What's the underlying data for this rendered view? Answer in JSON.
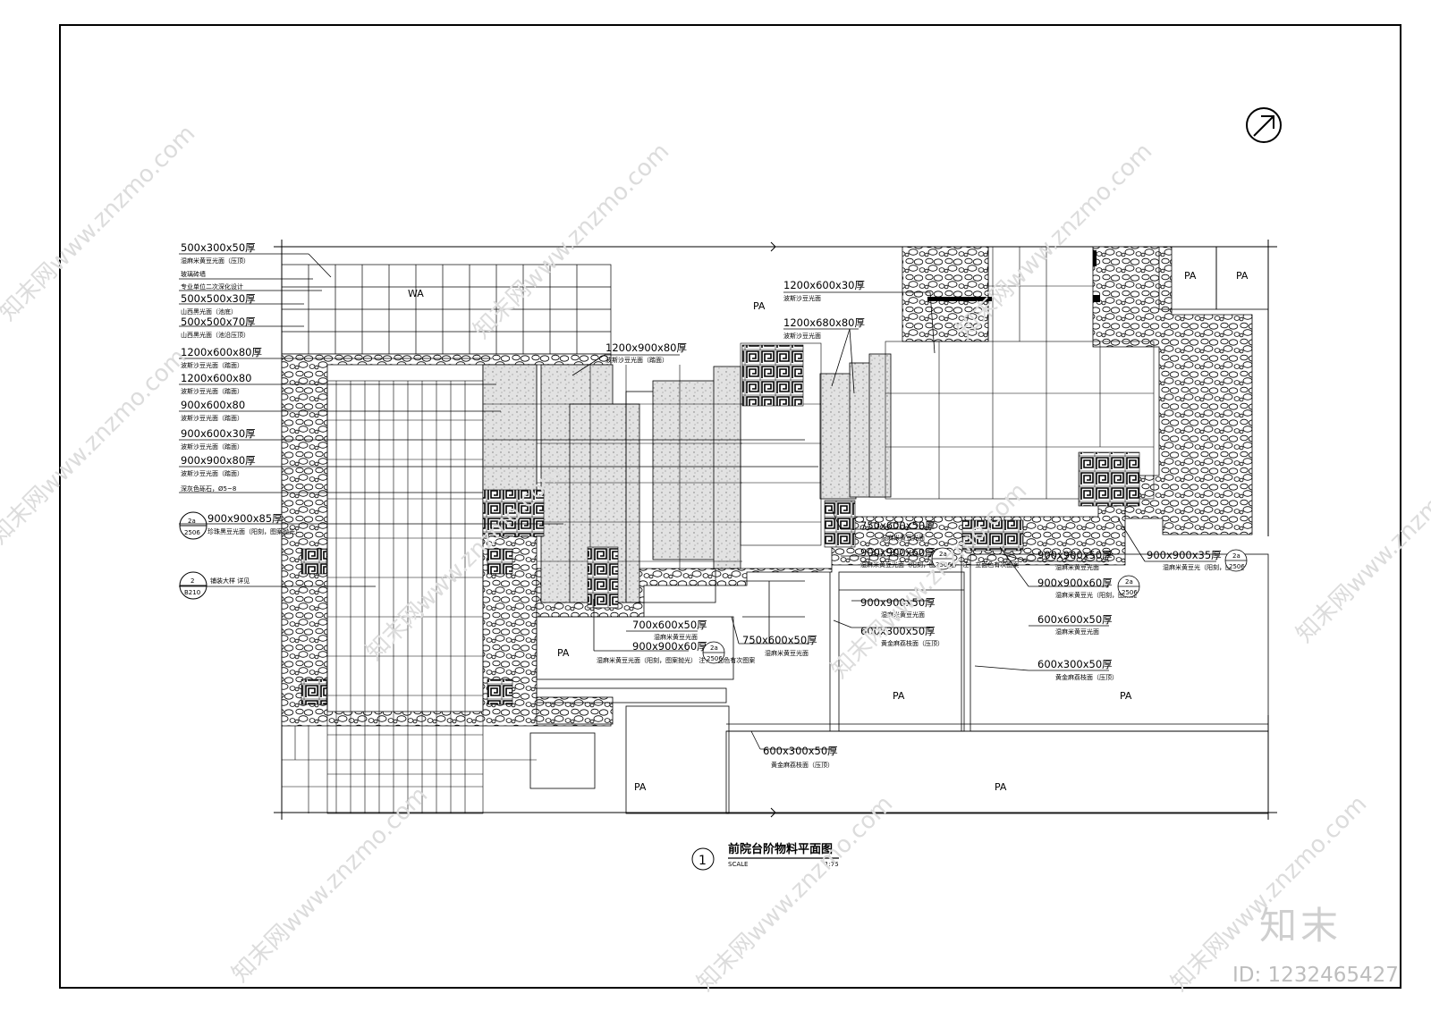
{
  "drawing": {
    "title_number": "1",
    "title": "前院台阶物料平面图",
    "scale_label": "SCALE",
    "scale_value": "1:75",
    "north_symbol": "north-arrow"
  },
  "left_labels": [
    {
      "main": "500x300x50厚",
      "sub": "湿麻米黄豆光面（压顶）"
    },
    {
      "main": "",
      "sub": "玻璃砖墙"
    },
    {
      "main": "",
      "sub": "专业单位二次深化设计"
    },
    {
      "main": "500x500x30厚",
      "sub": "山西黑光面（池底）"
    },
    {
      "main": "500x500x70厚",
      "sub": "山西黑光面（池沿压顶）"
    },
    {
      "main": "1200x600x80厚",
      "sub": "波斯沙豆光面（踏面）"
    },
    {
      "main": "1200x600x80",
      "sub": "波斯沙豆光面（踏面）"
    },
    {
      "main": "900x600x80",
      "sub": "波斯沙豆光面（踏面）"
    },
    {
      "main": "900x600x30厚",
      "sub": "波斯沙豆光面（踏面）"
    },
    {
      "main": "900x900x80厚",
      "sub": "波斯沙豆光面（踏面）"
    },
    {
      "main": "",
      "sub": "深灰色砾石，Ø5~8"
    },
    {
      "main": "900x900x85厚",
      "sub": "珍珠黑豆光面（阳刻，图案抛光）"
    }
  ],
  "detail_refs": [
    {
      "top": "2a",
      "bottom": "2506"
    },
    {
      "top": "2",
      "bottom": "B210"
    }
  ],
  "ref_notes": {
    "b210": "铺装大样 详见"
  },
  "wa_label": "WA",
  "pa_label": "PA",
  "callouts": [
    {
      "main": "1200x900x80厚",
      "sub": "波斯沙豆光面（踏面）"
    },
    {
      "main": "1200x600x30厚",
      "sub": "波斯沙豆光面"
    },
    {
      "main": "1200x680x80厚",
      "sub": "波斯沙豆光面"
    },
    {
      "main": "750x600x50厚",
      "sub": "湿麻米黄豆光面"
    },
    {
      "main": "900x900x60厚",
      "sub": "湿麻米黄豆光面（阳刻，图案抛光） 注：立面色有次图案"
    },
    {
      "main": "900x900x50厚",
      "sub": "湿麻米黄豆光面"
    },
    {
      "main": "600x300x50厚",
      "sub": "黄金麻荔枝面（压顶）"
    },
    {
      "main": "900x900x50厚",
      "sub": "湿麻米黄豆光面"
    },
    {
      "main": "900x900x60厚",
      "sub": "湿麻米黄豆光（阳刻，图案抛"
    },
    {
      "main": "900x900x35厚",
      "sub": "湿麻米黄豆光（阳刻，图案抛"
    },
    {
      "main": "600x600x50厚",
      "sub": "湿麻米黄豆光面"
    },
    {
      "main": "600x300x50厚",
      "sub": "黄金麻荔枝面（压顶）"
    },
    {
      "main": "700x600x50厚",
      "sub": "湿麻米黄豆光面"
    },
    {
      "main": "900x900x60厚",
      "sub": "湿麻米黄豆光面（阳刻，图案抛光） 注：立面色有次图案"
    },
    {
      "main": "750x600x50厚",
      "sub": "湿麻米黄豆光面"
    },
    {
      "main": "600x300x50厚",
      "sub": "黄金麻荔枝面（压顶）"
    }
  ],
  "watermark": {
    "site": "知末网www.znzmo.com",
    "brand": "知末",
    "id": "ID: 1232465427"
  }
}
